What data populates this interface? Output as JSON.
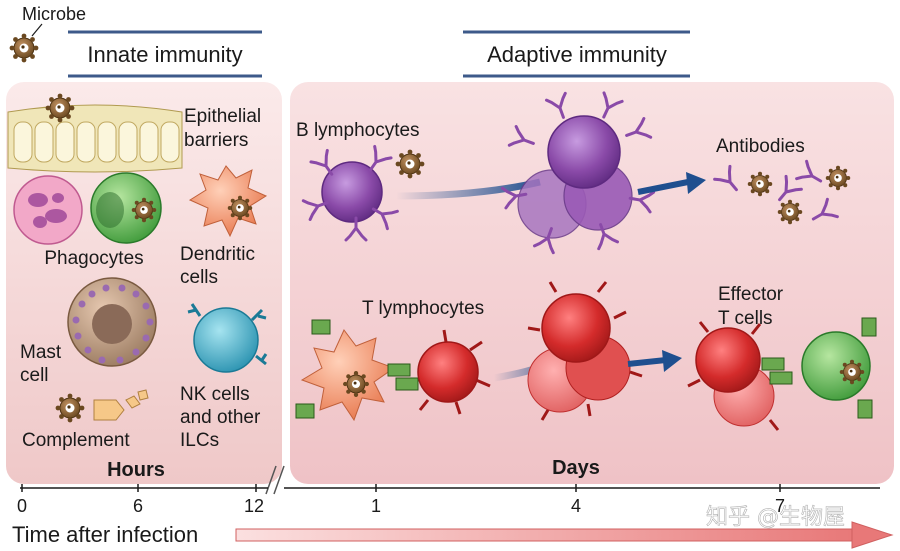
{
  "labels": {
    "microbe": "Microbe",
    "innate_header": "Innate immunity",
    "adaptive_header": "Adaptive immunity",
    "epithelial_line1": "Epithelial",
    "epithelial_line2": "barriers",
    "phagocytes": "Phagocytes",
    "dendritic_line1": "Dendritic",
    "dendritic_line2": "cells",
    "mast_line1": "Mast",
    "mast_line2": "cell",
    "nk_line1": "NK cells",
    "nk_line2": "and other",
    "nk_line3": "ILCs",
    "complement": "Complement",
    "hours": "Hours",
    "b_lymphocytes": "B lymphocytes",
    "antibodies": "Antibodies",
    "t_lymphocytes": "T lymphocytes",
    "effector_line1": "Effector",
    "effector_line2": "T cells",
    "days": "Days",
    "time_after_infection": "Time after infection",
    "watermark": "知乎 @生物屋"
  },
  "timeline": {
    "innate_ticks": [
      "0",
      "6",
      "12"
    ],
    "adaptive_ticks": [
      "1",
      "4",
      "7"
    ]
  },
  "colors": {
    "innate_panel": "#f6dcdc",
    "adaptive_panel": "#f2cccf",
    "header_bar": "#3d5a8a",
    "arrow_blue": "#1f4f8f",
    "time_arrow": "#e88a8a",
    "b_cell": "#8a4aa8",
    "t_cell": "#d42b2b",
    "dendritic": "#f0906a",
    "nk_cell": "#3aaec8",
    "effector_target": "#4caf50",
    "microbe": "#7a5a2a",
    "mast_cell": "#a07a60",
    "antibody": "#8a4aa8"
  }
}
